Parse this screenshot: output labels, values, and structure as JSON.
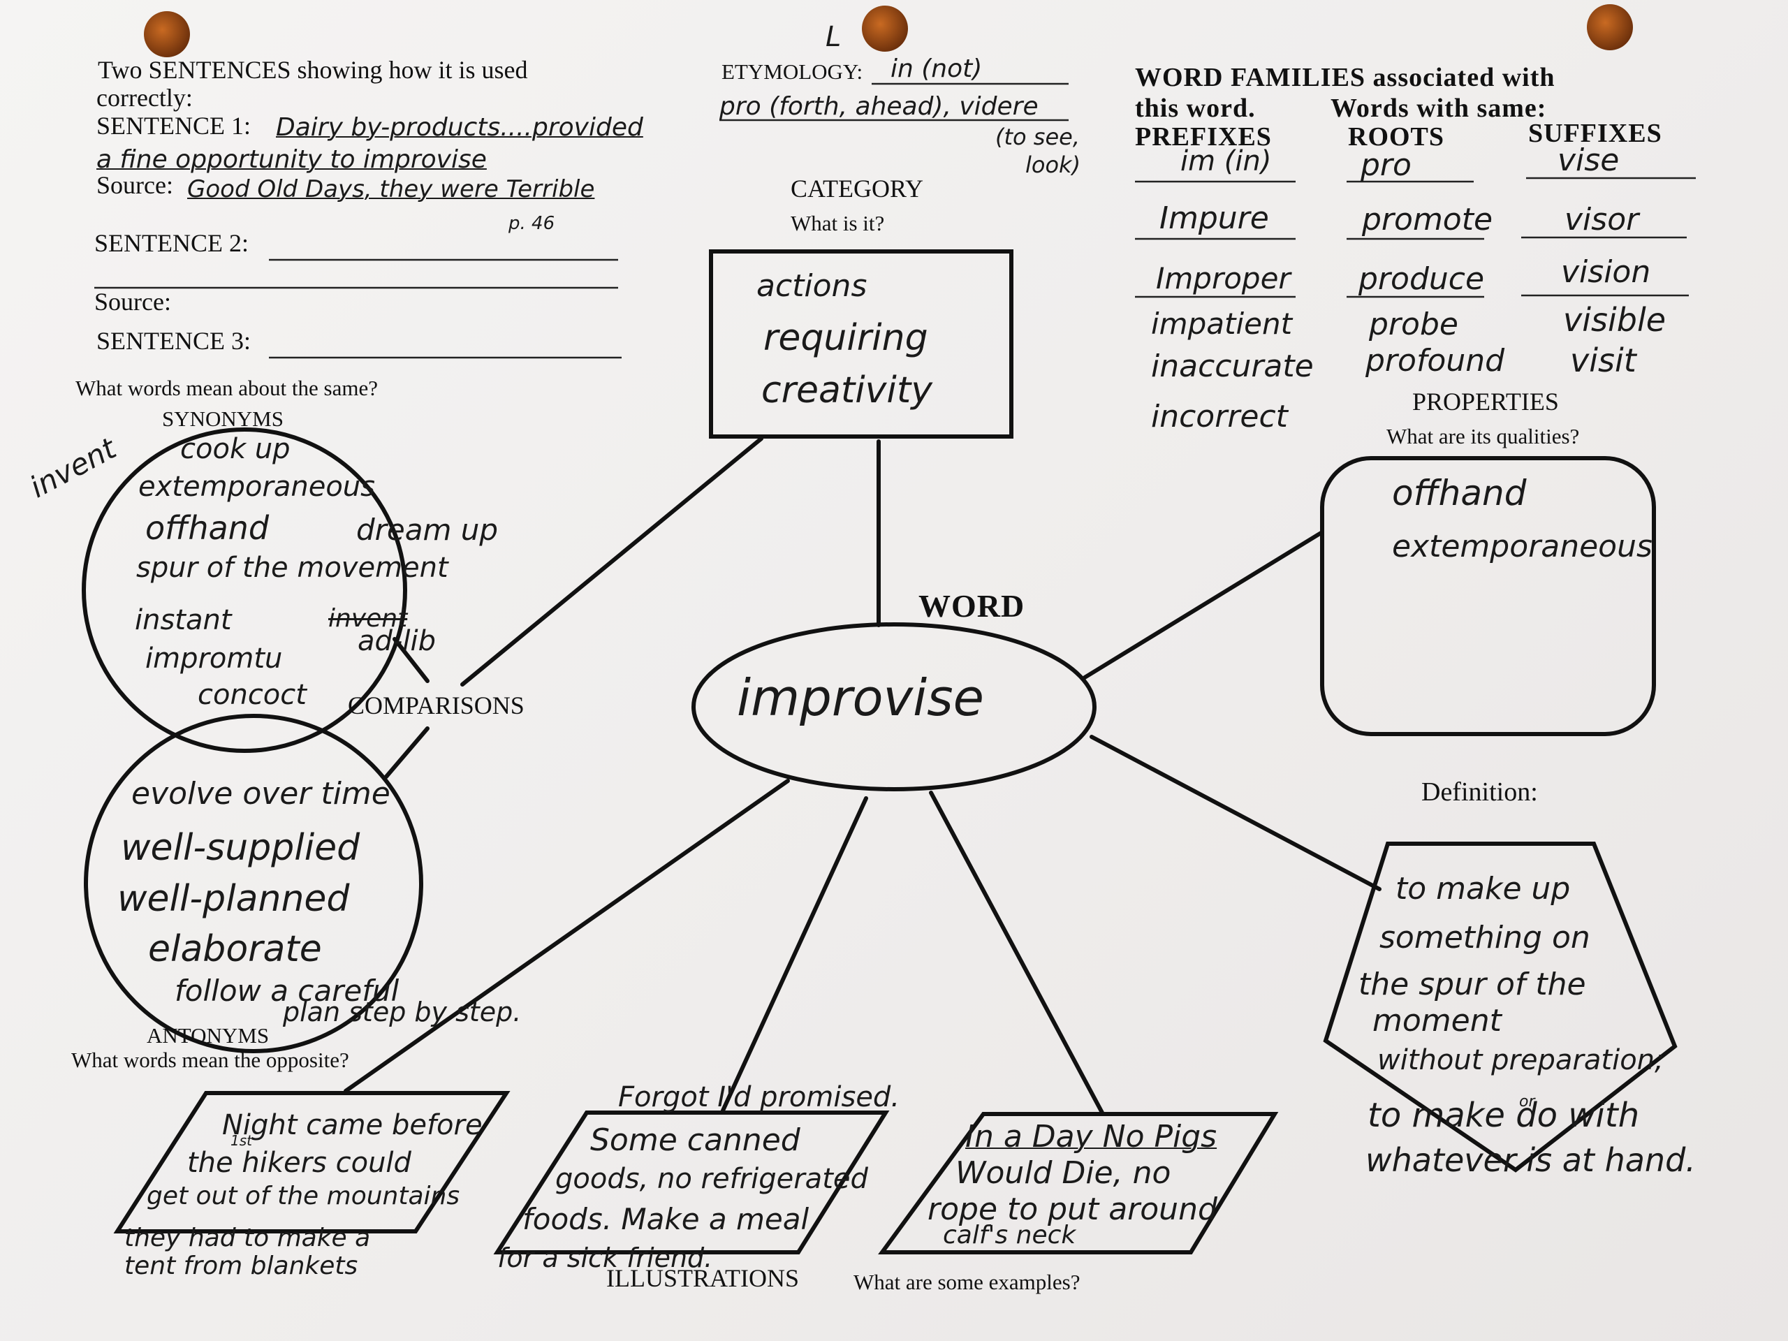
{
  "sentences": {
    "header_line1": "Two SENTENCES showing how it is used",
    "header_line2": "correctly:",
    "s1_label": "SENTENCE 1:",
    "s1_line1": "Dairy by-products....provided",
    "s1_line2": "a fine opportunity to improvise",
    "source_label": "Source:",
    "source1": "Good Old Days, they were Terrible",
    "source1_page": "p. 46",
    "s2_label": "SENTENCE 2:",
    "source2_label": "Source:",
    "s3_label": "SENTENCE 3:"
  },
  "etymology": {
    "label": "ETYMOLOGY:",
    "note_mark": "L",
    "line1": "in (not)",
    "line2": "pro (forth, ahead), videre",
    "line3": "(to see,",
    "line4": "look)"
  },
  "category": {
    "title": "CATEGORY",
    "question": "What is it?",
    "line1": "actions",
    "line2": "requiring",
    "line3": "creativity"
  },
  "word_families": {
    "title_line1": "WORD FAMILIES associated with",
    "title_line2": "this word.",
    "subtitle": "Words with same:",
    "prefixes_header": "PREFIXES",
    "roots_header": "ROOTS",
    "suffixes_header": "SUFFIXES",
    "prefixes": [
      "im (in)",
      "Impure",
      "Improper",
      "impatient",
      "inaccurate",
      "incorrect"
    ],
    "roots": [
      "pro",
      "promote",
      "produce",
      "probe",
      "profound"
    ],
    "suffixes": [
      "vise",
      "visor",
      "vision",
      "visible",
      "visit"
    ]
  },
  "synonyms": {
    "question": "What words mean about the same?",
    "label": "SYNONYMS",
    "side_note": "invent",
    "items": [
      "cook up",
      "extemporaneous",
      "offhand",
      "dream up",
      "spur of the movement",
      "instant",
      "invent",
      "impromtu",
      "ad-lib",
      "concoct"
    ]
  },
  "comparisons": {
    "label": "COMPARISONS"
  },
  "antonyms": {
    "label": "ANTONYMS",
    "question": "What words mean the opposite?",
    "items": [
      "evolve over time",
      "well-supplied",
      "well-planned",
      "elaborate",
      "follow a careful",
      "plan step by step."
    ]
  },
  "word": {
    "label": "WORD",
    "value": "improvise"
  },
  "properties": {
    "title": "PROPERTIES",
    "question": "What are its qualities?",
    "items": [
      "offhand",
      "extemporaneous"
    ]
  },
  "definition": {
    "label": "Definition:",
    "lines": [
      "to make up",
      "something on",
      "the spur of the",
      "moment",
      "without preparation;",
      "to make do with",
      "whatever is at hand."
    ],
    "insert_mark": "or"
  },
  "illustrations": {
    "label": "ILLUSTRATIONS",
    "question": "What are some examples?",
    "ex1": [
      "Night came before",
      "the hikers could",
      "get out of the mountains"
    ],
    "ex1_insert": "1st",
    "ex1_below": [
      "they had to make a",
      "tent from blankets"
    ],
    "ex2_above": "Forgot I'd promised.",
    "ex2": [
      "Some canned",
      "goods, no refrigerated",
      "foods. Make a meal"
    ],
    "ex2_below": "for a sick friend.",
    "ex3": [
      "In a Day No Pigs",
      "Would Die, no",
      "rope to put around",
      "calf's neck"
    ]
  },
  "colors": {
    "ink": "#111111",
    "pen": "#1a1a1a",
    "paper": "#f1efee",
    "hole": "#8a3f12"
  }
}
